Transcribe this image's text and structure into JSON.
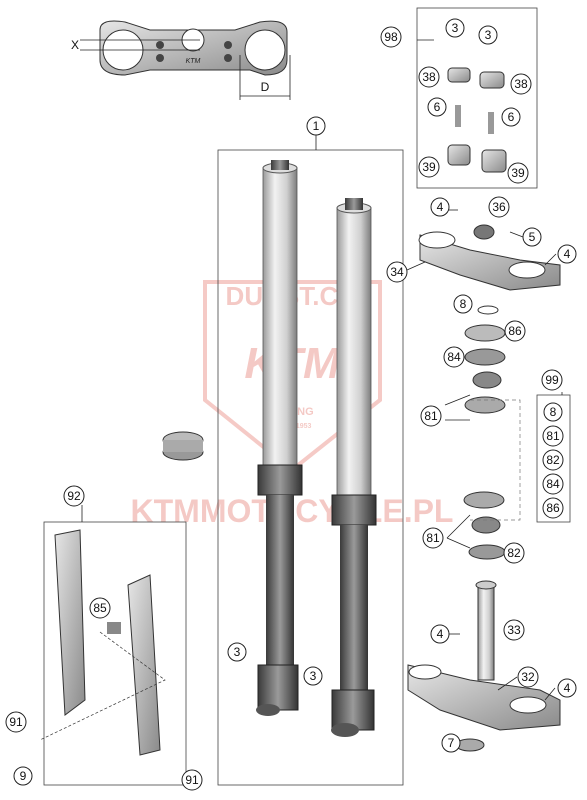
{
  "dimension_labels": {
    "x": "X",
    "d": "D"
  },
  "callouts": {
    "c1": "1",
    "c3a": "3",
    "c3b": "3",
    "c3c": "3",
    "c3d": "3",
    "c4a": "4",
    "c4b": "4",
    "c4c": "4",
    "c4d": "4",
    "c5": "5",
    "c6a": "6",
    "c6b": "6",
    "c7": "7",
    "c8a": "8",
    "c8b": "8",
    "c9": "9",
    "c32": "32",
    "c33": "33",
    "c34": "34",
    "c36": "36",
    "c38a": "38",
    "c38b": "38",
    "c39a": "39",
    "c39b": "39",
    "c81a": "81",
    "c81b": "81",
    "c81c": "81",
    "c82a": "82",
    "c82b": "82",
    "c84a": "84",
    "c84b": "84",
    "c85": "85",
    "c86a": "86",
    "c86b": "86",
    "c91a": "91",
    "c91b": "91",
    "c92": "92",
    "c98": "98",
    "c99": "99"
  },
  "watermark": {
    "shield_top": "DUUST.CO",
    "shield_logo": "KTM",
    "shield_sub1": "RACING",
    "shield_sub2": "SINCE 1953",
    "url": "KTMMOTOCYKLE.PL"
  }
}
